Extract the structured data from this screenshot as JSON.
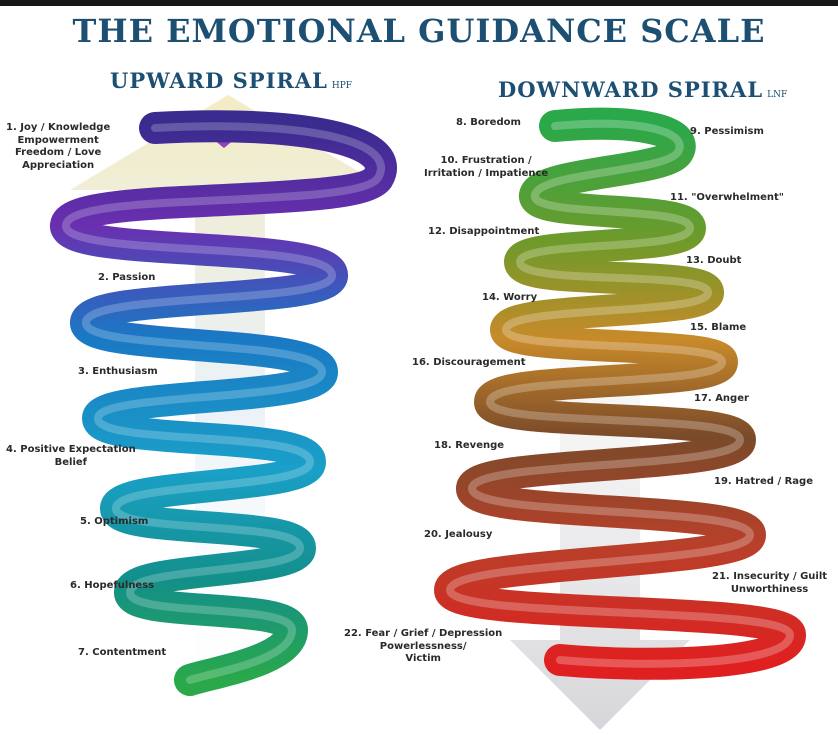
{
  "title": "THE EMOTIONAL GUIDANCE SCALE",
  "upward": {
    "heading": "UPWARD SPIRAL",
    "tag": "HPF",
    "labels": [
      "1. Joy / Knowledge\nEmpowerment\nFreedom / Love\nAppreciation",
      "2. Passion",
      "3. Enthusiasm",
      "4. Positive Expectation\nBelief",
      "5. Optimism",
      "6. Hopefulness",
      "7. Contentment"
    ]
  },
  "downward": {
    "heading": "DOWNWARD SPIRAL",
    "tag": "LNF",
    "labels": [
      "8. Boredom",
      "9. Pessimism",
      "10. Frustration /\nIrritation / Impatience",
      "11. \"Overwhelment\"",
      "12. Disappointment",
      "13. Doubt",
      "14. Worry",
      "15. Blame",
      "16. Discouragement",
      "17. Anger",
      "18. Revenge",
      "19. Hatred / Rage",
      "20. Jealousy",
      "21. Insecurity / Guilt\nUnworthiness",
      "22. Fear / Grief / Depression\nPowerlessness/\nVictim"
    ]
  },
  "colors": {
    "title": "#1d4f73",
    "heart": "#9a3fb8",
    "upward_top": "#3a2b8e",
    "upward_mid": "#1a78c4",
    "upward_bottom": "#2aa84a",
    "downward_top": "#2aa84a",
    "downward_mid": "#c88a2a",
    "downward_bottom": "#e02020"
  }
}
